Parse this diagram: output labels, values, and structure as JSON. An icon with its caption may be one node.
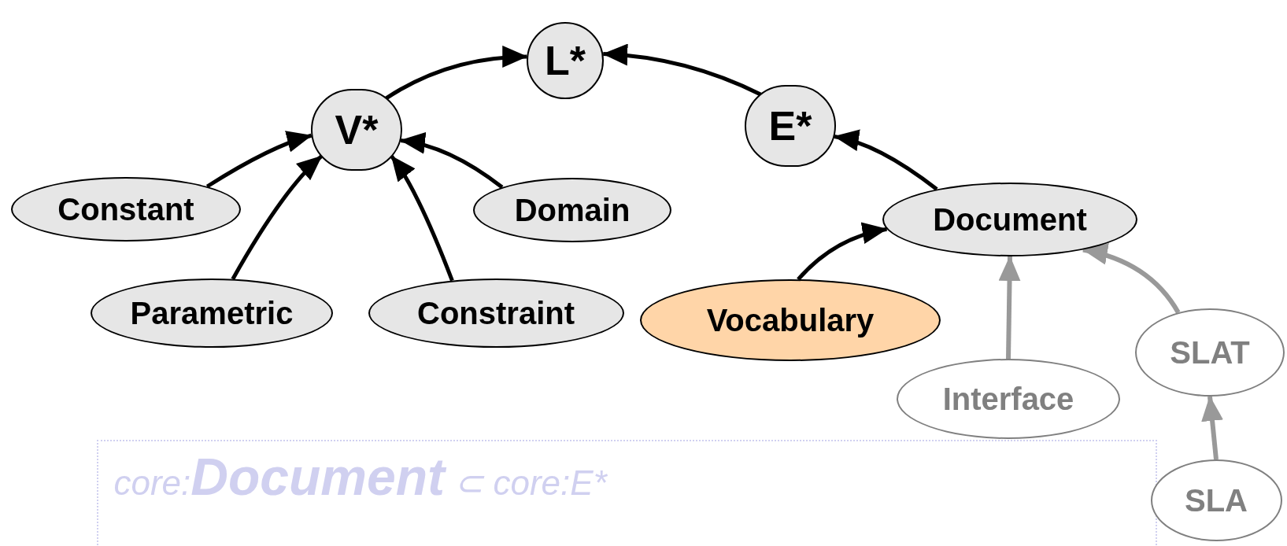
{
  "diagram": {
    "nodes": [
      {
        "text": [
          "L*"
        ]
      },
      {
        "text": [
          "V*"
        ]
      },
      {
        "text": [
          "E*"
        ]
      },
      {
        "text": [
          "Constant"
        ]
      },
      {
        "text": [
          "Domain"
        ]
      },
      {
        "text": [
          "Document"
        ]
      },
      {
        "text": [
          "Parametric"
        ]
      },
      {
        "text": [
          "Constraint"
        ]
      },
      {
        "text": [
          "Vocabulary"
        ]
      },
      {
        "text": [
          "SLAT"
        ]
      },
      {
        "text": [
          "Interface"
        ]
      },
      {
        "text": [
          "SLA"
        ]
      },
      {
        "text": [
          "core:**Document** ⊂ core:E*"
        ]
      }
    ],
    "edges": [
      {
        "from": 3,
        "to": 1,
        "arrow": "to"
      },
      {
        "from": 6,
        "to": 1,
        "arrow": "to"
      },
      {
        "from": 7,
        "to": 1,
        "arrow": "to"
      },
      {
        "from": 4,
        "to": 1,
        "arrow": "to"
      },
      {
        "from": 1,
        "to": 0,
        "arrow": "to"
      },
      {
        "from": 2,
        "to": 0,
        "arrow": "to"
      },
      {
        "from": 5,
        "to": 2,
        "arrow": "to"
      },
      {
        "from": 8,
        "to": 5,
        "arrow": "to"
      },
      {
        "from": 10,
        "to": 5,
        "arrow": "to",
        "color": "#999999"
      },
      {
        "from": 9,
        "to": 5,
        "arrow": "to",
        "color": "#999999"
      },
      {
        "from": 11,
        "to": 9,
        "arrow": "to",
        "color": "#999999"
      }
    ]
  }
}
